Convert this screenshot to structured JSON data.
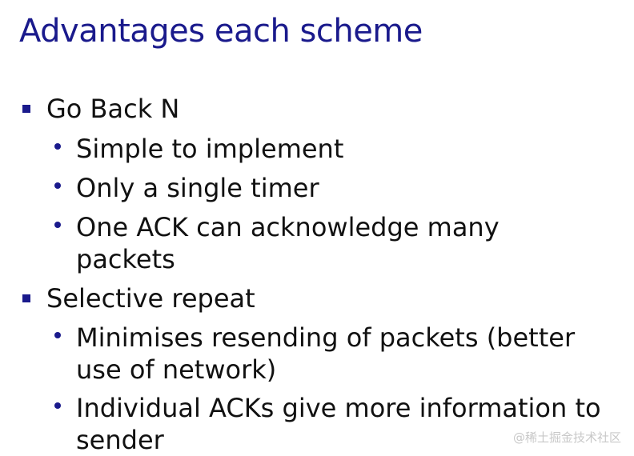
{
  "slide": {
    "title": "Advantages each scheme",
    "sections": [
      {
        "heading": "Go Back N",
        "points": [
          "Simple to implement",
          "Only a single timer",
          "One ACK can acknowledge many packets"
        ]
      },
      {
        "heading": "Selective repeat",
        "points": [
          "Minimises resending of packets (better use of network)",
          "Individual ACKs give more information to sender"
        ]
      }
    ]
  },
  "watermark": "@稀土掘金技术社区",
  "colors": {
    "title": "#1a1a8c",
    "bullet": "#1a1a8c",
    "text": "#111111",
    "background": "#ffffff",
    "watermark": "#c8c8c8"
  }
}
